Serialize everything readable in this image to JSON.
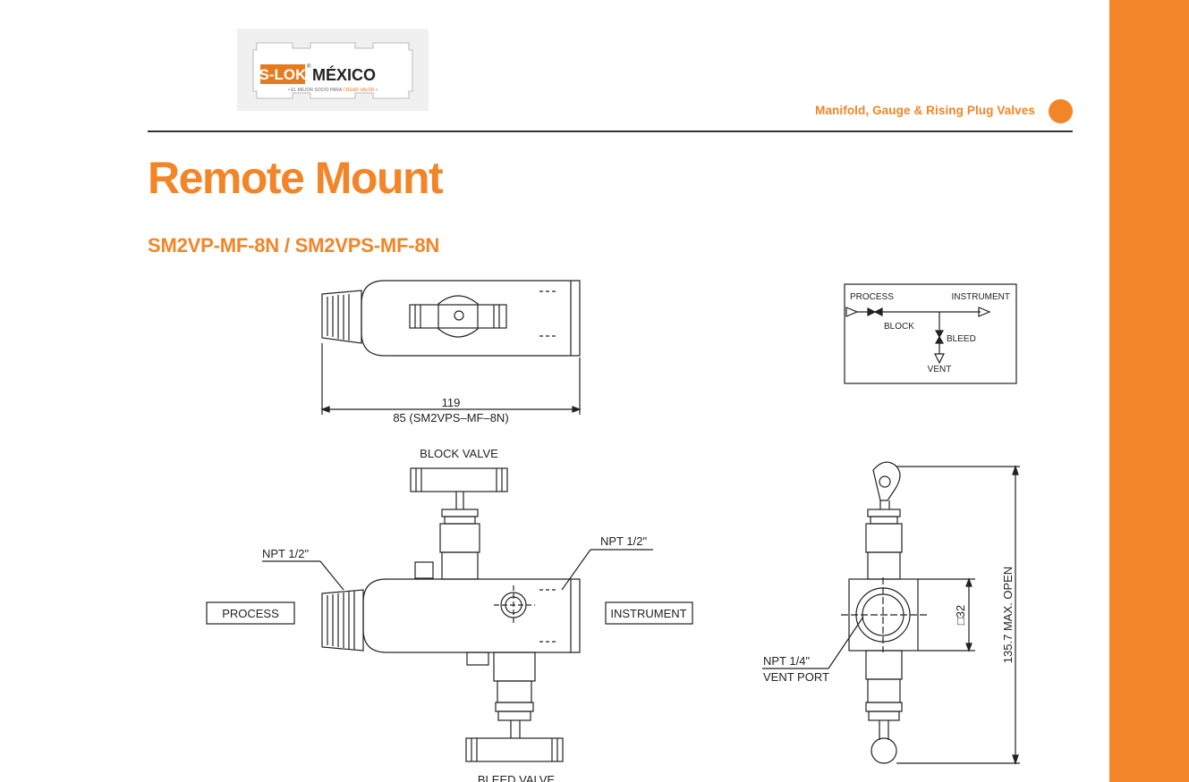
{
  "header": {
    "section_label": "Manifold, Gauge & Rising Plug Valves",
    "logo": {
      "brand_left": "S-LOK",
      "reg_mark": "®",
      "brand_right": "MÉXICO",
      "tagline_a": "• EL MEJOR SOCIO PARA ",
      "tagline_b": "CREAR VALOR",
      "tagline_c": " •"
    }
  },
  "title": "Remote Mount",
  "model_codes": "SM2VP-MF-8N / SM2VPS-MF-8N",
  "top_view": {
    "dim_main": "119",
    "dim_alt": "85 (SM2VPS–MF–8N)"
  },
  "schematic": {
    "process": "PROCESS",
    "instrument": "INSTRUMENT",
    "block": "BLOCK",
    "bleed": "BLEED",
    "vent": "VENT"
  },
  "front_view": {
    "block_valve": "BLOCK VALVE",
    "bleed_valve": "BLEED VALVE",
    "npt_left": "NPT 1/2\"",
    "npt_right": "NPT 1/2\"",
    "process_box": "PROCESS",
    "instrument_box": "INSTRUMENT"
  },
  "side_view": {
    "npt_vent_1": "NPT 1/4\"",
    "npt_vent_2": "VENT PORT",
    "body_dim": "□32",
    "height_dim": "135.7 MAX. OPEN"
  },
  "colors": {
    "accent": "#f28527",
    "line": "#222222"
  }
}
